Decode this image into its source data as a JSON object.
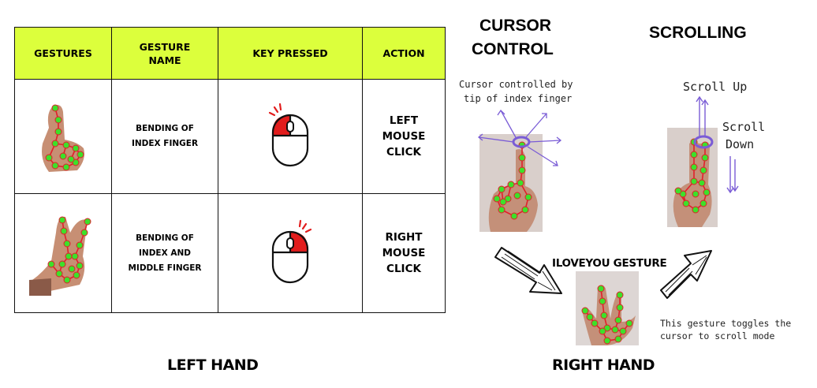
{
  "table": {
    "headers": [
      "GESTURES",
      "GESTURE NAME",
      "KEY PRESSED",
      "ACTION"
    ],
    "rows": [
      {
        "gesture_name": "BENDING OF INDEX FINGER",
        "action": "LEFT MOUSE CLICK"
      },
      {
        "gesture_name": "BENDING OF INDEX AND MIDDLE FINGER",
        "action": "RIGHT MOUSE CLICK"
      }
    ]
  },
  "left_caption": "LEFT HAND",
  "right_caption": "RIGHT HAND",
  "cursor": {
    "title_line1": "CURSOR",
    "title_line2": "CONTROL",
    "note_line1": "Cursor controlled by",
    "note_line2": "tip of index finger"
  },
  "scrolling": {
    "title": "SCROLLING",
    "up_label": "Scroll Up",
    "down_line1": "Scroll",
    "down_line2": "Down"
  },
  "iloveyou": {
    "title": "ILOVEYOU GESTURE",
    "note_line1": "This gesture toggles the",
    "note_line2": "cursor to scroll mode"
  },
  "colors": {
    "header_bg": "#dcff3c",
    "landmark_point": "#3de02a",
    "landmark_line": "#e0202a",
    "mouse_click": "#e21d1d",
    "annotation_purple": "#7a5cd6"
  },
  "icons": [
    "hand-photo",
    "mouse-left-click-icon",
    "mouse-right-click-icon",
    "arrow-icon"
  ]
}
